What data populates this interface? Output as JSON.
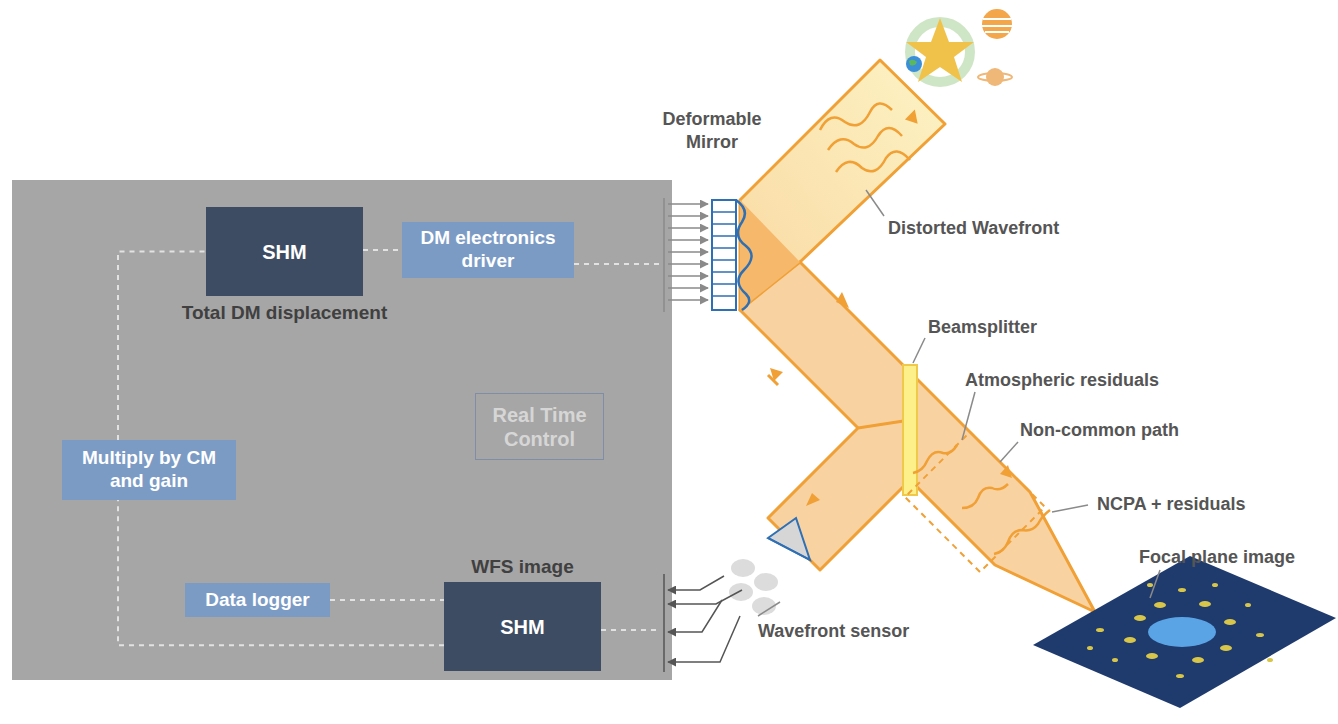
{
  "diagram": {
    "nodes": [
      {
        "text": [
          "SHM",
          "Total DM displacement"
        ]
      },
      {
        "text": [
          "DM electronics driver"
        ]
      },
      {
        "text": [
          "Real Time Control"
        ]
      },
      {
        "text": [
          "Multiply by CM and gain"
        ]
      },
      {
        "text": [
          "WFS image",
          "SHM"
        ]
      },
      {
        "text": [
          "Data logger"
        ]
      }
    ],
    "edges": [
      {
        "from": 0,
        "to": 1,
        "arrow": "none"
      },
      {
        "from": 3,
        "to": 0,
        "arrow": "none"
      },
      {
        "from": 4,
        "to": 3,
        "arrow": "none"
      },
      {
        "from": 5,
        "to": 4,
        "arrow": "none"
      }
    ],
    "labels": [
      "Deformable Mirror",
      "Distorted Wavefront",
      "Beamsplitter",
      "Atmospheric residuals",
      "Non-common path",
      "NCPA + residuals",
      "Focal plane image",
      "Wavefront sensor"
    ]
  }
}
